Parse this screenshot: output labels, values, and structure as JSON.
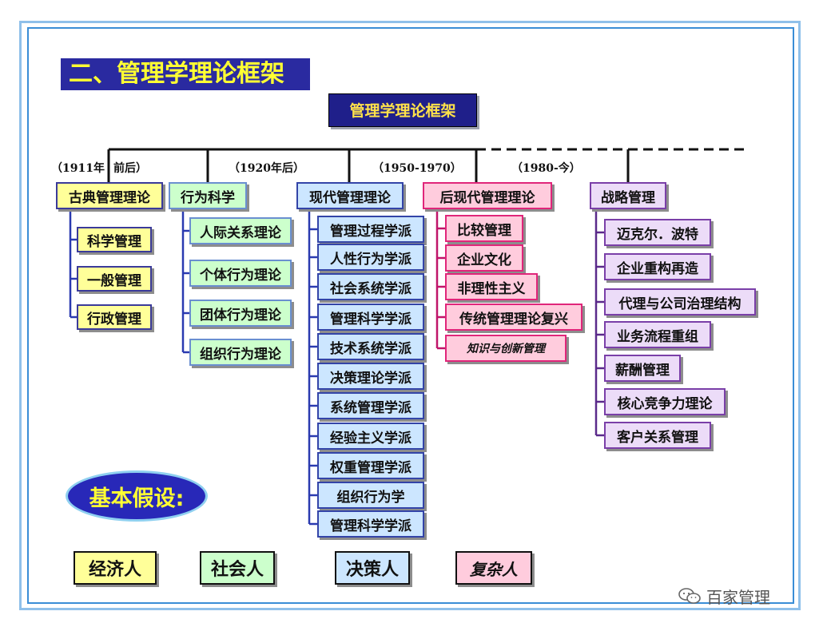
{
  "heading": "二、管理学理论框架",
  "subtitle": "管理学理论框架",
  "eras": {
    "e1a": "（1911年",
    "e1b": "前后）",
    "e2": "（1920年后）",
    "e3": "（1950-1970）",
    "e4": "（1980-今）"
  },
  "classical": {
    "title": "古典管理理论",
    "items": [
      "科学管理",
      "一般管理",
      "行政管理"
    ]
  },
  "behavioral": {
    "title": "行为科学",
    "items": [
      "人际关系理论",
      "个体行为理论",
      "团体行为理论",
      "组织行为理论"
    ]
  },
  "modern": {
    "title": "现代管理理论",
    "items": [
      "管理过程学派",
      "人性行为学派",
      "社会系统学派",
      "管理科学学派",
      "技术系统学派",
      "决策理论学派",
      "系统管理学派",
      "经验主义学派",
      "权重管理学派",
      "组织行为学",
      "管理科学学派"
    ]
  },
  "postmodern": {
    "title": "后现代管理理论",
    "items": [
      "比较管理",
      "企业文化",
      "非理性主义",
      "传统管理理论复兴",
      "知识与创新管理"
    ]
  },
  "strategic": {
    "title": "战略管理",
    "items": [
      "迈克尔．波特",
      "企业重构再造",
      "代理与公司治理结构",
      "业务流程重组",
      "薪酬管理",
      "核心竞争力理论",
      "客户关系管理"
    ]
  },
  "assumptions_title": "基本假设:",
  "assumptions": [
    "经济人",
    "社会人",
    "决策人",
    "复杂人"
  ],
  "watermark": "百家管理",
  "colors": {
    "heading_bg": "#2a2aa0",
    "heading_text": "#ffff33",
    "classical": "#ffff99",
    "behavioral": "#ccffcc",
    "modern": "#cce6ff",
    "postmodern": "#ffccdd",
    "strategic": "#ecdcf8"
  }
}
